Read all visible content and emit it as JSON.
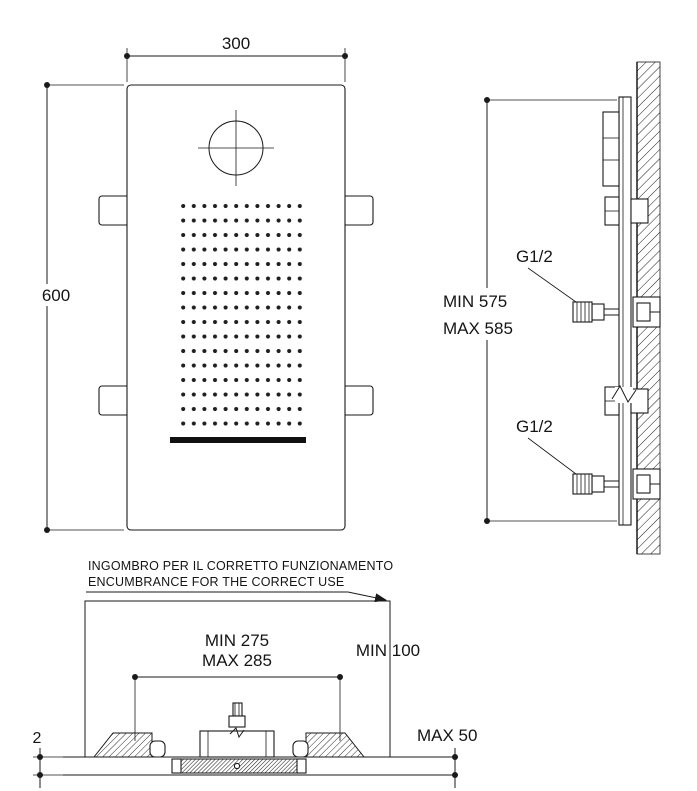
{
  "colors": {
    "line": "#1a1a1a",
    "background": "#ffffff"
  },
  "front_view": {
    "width": "300",
    "height": "600"
  },
  "side_view": {
    "min_height": "MIN 575",
    "max_height": "MAX 585",
    "top_connection": "G1/2",
    "bottom_connection": "G1/2"
  },
  "section_view": {
    "note_it": "INGOMBRO PER IL CORRETTO FUNZIONAMENTO",
    "note_en": "ENCUMBRANCE FOR THE CORRECT USE",
    "min_width": "MIN 275",
    "max_width": "MAX 285",
    "min_depth": "MIN 100",
    "max_ceiling": "MAX 50",
    "plate_thickness": "2"
  }
}
